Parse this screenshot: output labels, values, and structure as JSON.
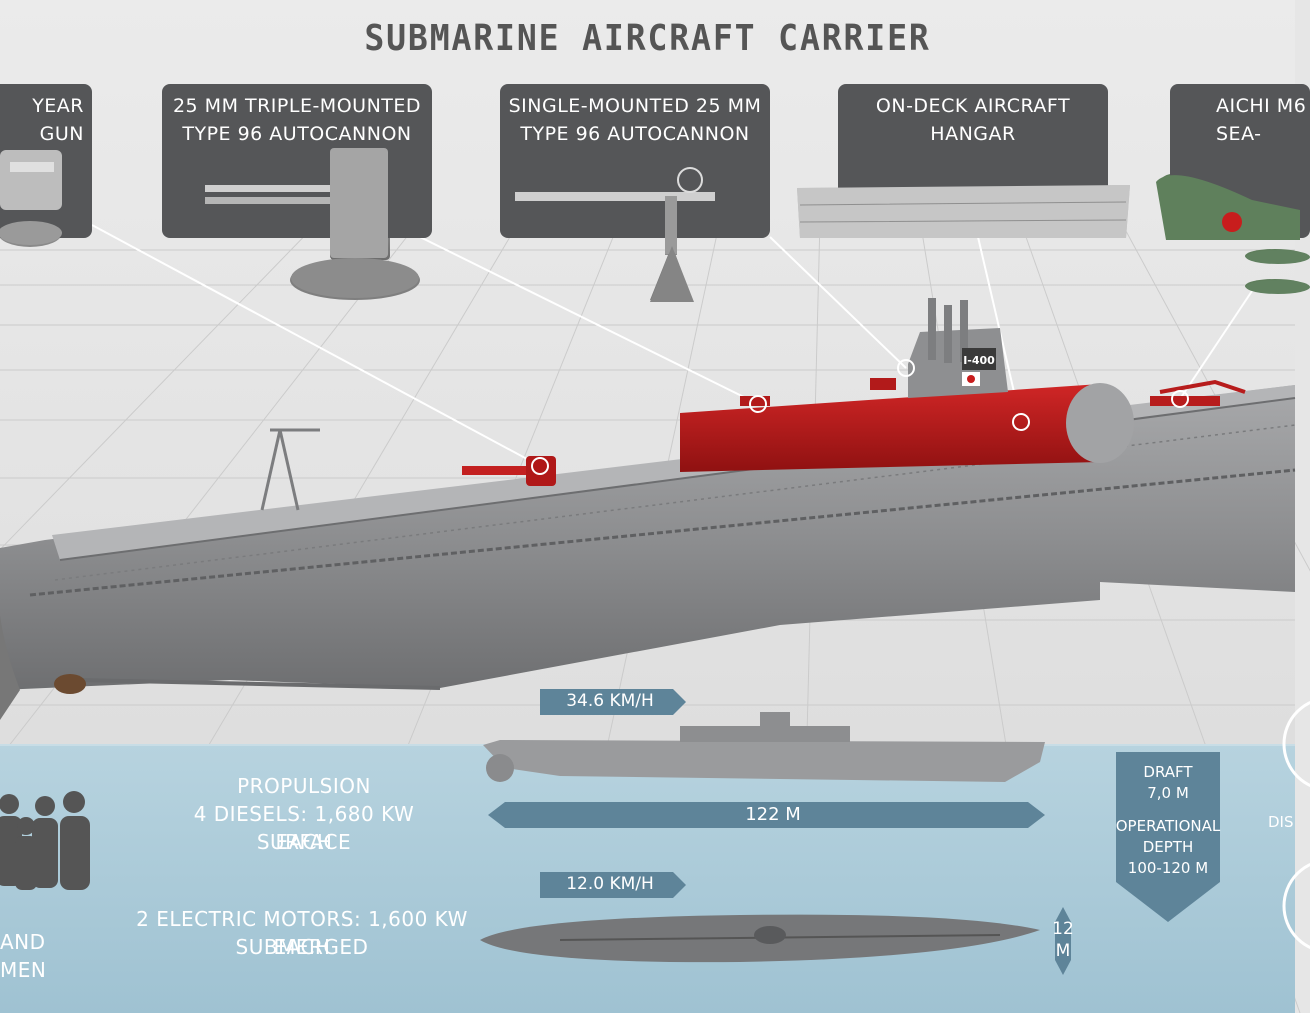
{
  "title": "SUBMARINE AIRCRAFT CARRIER",
  "callouts": [
    {
      "id": "gun",
      "label": "YEAR\nGUN"
    },
    {
      "id": "triple",
      "label": "25 MM TRIPLE-MOUNTED\nTYPE 96 AUTOCANNON"
    },
    {
      "id": "single",
      "label": "SINGLE-MOUNTED 25 MM\nTYPE 96 AUTOCANNON"
    },
    {
      "id": "hangar",
      "label": "ON-DECK AIRCRAFT\nHANGAR"
    },
    {
      "id": "aichi",
      "label": "AICHI M6\nSEA-"
    }
  ],
  "hull_marking": "I-400",
  "speeds": {
    "surface": "34.6 KM/H",
    "submerged": "12.0 KM/H"
  },
  "length": "122 M",
  "beam": "12\nM",
  "propulsion": {
    "heading": "PROPULSION",
    "surface_engines": "4 DIESELS: 1,680 KW EACH",
    "surface_label": "SURFACE",
    "submerged_engines": "2 ELECTRIC MOTORS: 1,600 KW EACH",
    "submerged_label": "SUBMERGED"
  },
  "draft": {
    "label": "DRAFT",
    "value": "7,0 M"
  },
  "depth": {
    "label": "OPERATIONAL\nDEPTH",
    "value": "100-120 M"
  },
  "crew_label": "AND MEN",
  "displacement_label": "DIS",
  "colors": {
    "callout_bg": "#555658",
    "hangar_red": "#b51a1a",
    "hull_grey": "#8f9092",
    "water": "#a9cad8",
    "arrow": "#5e8499"
  }
}
